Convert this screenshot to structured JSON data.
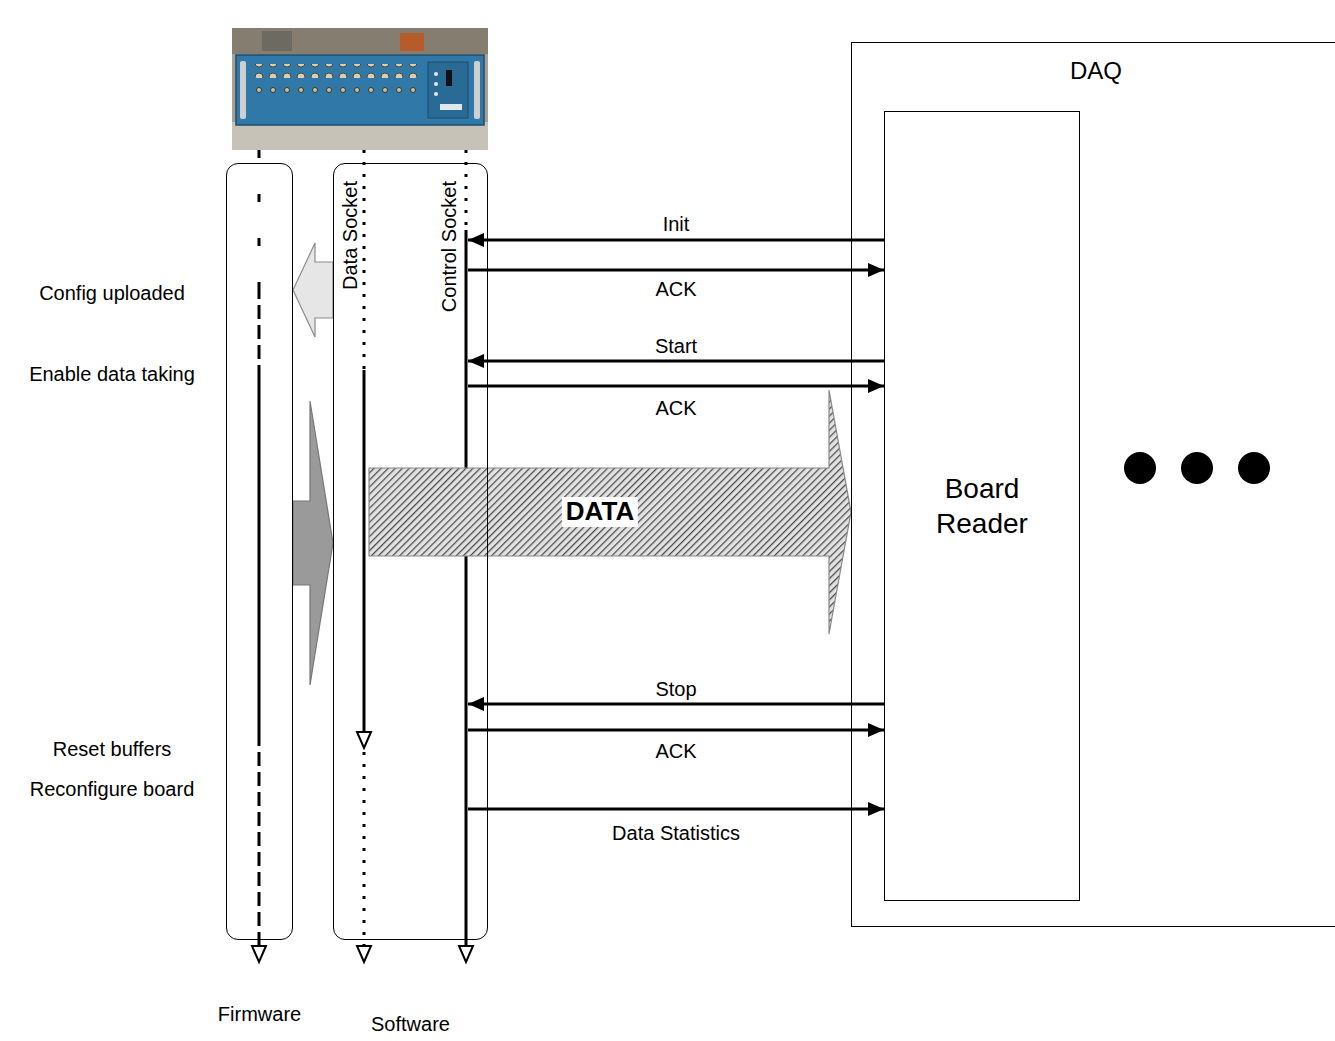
{
  "diagram": {
    "nodes": [
      {
        "text": [
          "Firmware"
        ]
      },
      {
        "text": [
          "Software"
        ]
      },
      {
        "text": [
          "Data Socket"
        ],
        "in": 1
      },
      {
        "text": [
          "Control Socket"
        ],
        "in": 1
      },
      {
        "text": [
          "DAQ"
        ]
      },
      {
        "text": [
          "Board Reader"
        ],
        "in": 4
      }
    ],
    "edges": [
      {
        "from": 5,
        "to": 3,
        "label": "Init",
        "arrow": "to"
      },
      {
        "from": 3,
        "to": 5,
        "label": "ACK",
        "arrow": "to"
      },
      {
        "from": 1,
        "to": 0,
        "arrow": "to"
      },
      {
        "from": 5,
        "to": 3,
        "label": "Start",
        "arrow": "to"
      },
      {
        "from": 3,
        "to": 5,
        "label": "ACK",
        "arrow": "to"
      },
      {
        "from": 0,
        "to": 1,
        "arrow": "to"
      },
      {
        "from": 2,
        "to": 4,
        "label": "DATA",
        "arrow": "to"
      },
      {
        "from": 5,
        "to": 3,
        "label": "Stop",
        "arrow": "to"
      },
      {
        "from": 3,
        "to": 5,
        "label": "ACK",
        "arrow": "to"
      },
      {
        "from": 3,
        "to": 5,
        "label": "Data Statistics",
        "arrow": "to"
      }
    ],
    "labels": [
      "Config uploaded",
      "Enable data taking",
      "Reset buffers",
      "Reconfigure board"
    ]
  }
}
